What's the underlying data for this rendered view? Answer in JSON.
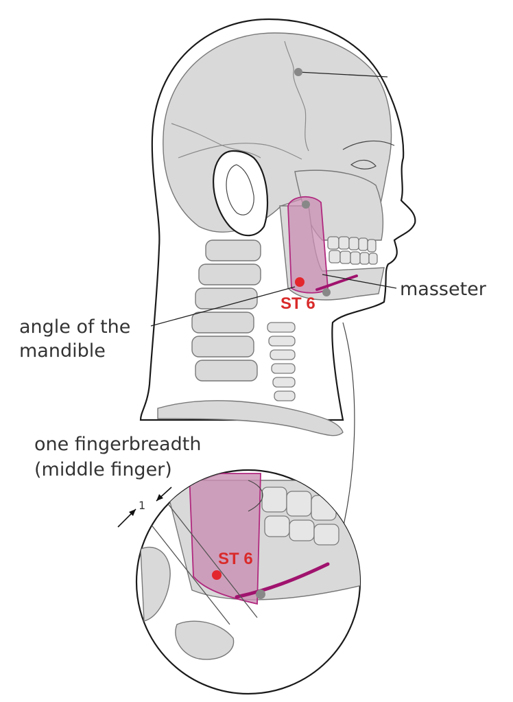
{
  "labels": {
    "masseter": "masseter",
    "angle_line1": "angle of the",
    "angle_line2": "mandible",
    "finger_line1": "one fingerbreadth",
    "finger_line2": "(middle finger)",
    "measure": "1"
  },
  "points": {
    "main": "ST 6",
    "zoom": "ST 6"
  },
  "colors": {
    "muscle_fill": "#c98fb3",
    "muscle_stroke": "#b0287e",
    "point": "#e3262d",
    "point_text": "#d92a2a",
    "artery": "#a0136e",
    "bone": "#d9d9d9",
    "landmark": "#888888"
  }
}
